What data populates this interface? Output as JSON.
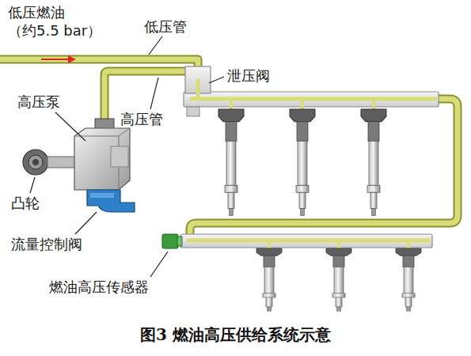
{
  "diagram": {
    "caption": "图3 燃油高压供给系统示意",
    "labels": [
      "低压燃油 （约5.5 bar）",
      "低压管",
      "泄压阀",
      "高压泵",
      "高压管",
      "凸轮",
      "流量控制阀",
      "燃油高压传感器"
    ]
  }
}
